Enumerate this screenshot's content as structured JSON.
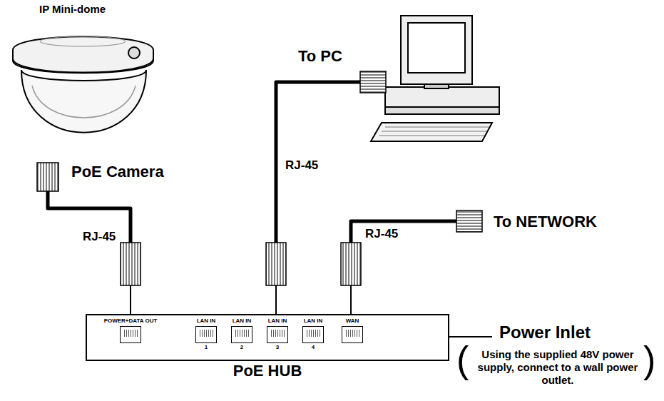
{
  "diagram": {
    "nodes": [
      {
        "text": [
          "PoE HUB"
        ]
      },
      {
        "text": [
          "POWER+DATA OUT"
        ],
        "in": 0
      },
      {
        "text": [
          "LAN IN",
          "1"
        ],
        "in": 0
      },
      {
        "text": [
          "LAN IN",
          "2"
        ],
        "in": 0
      },
      {
        "text": [
          "LAN IN",
          "3"
        ],
        "in": 0
      },
      {
        "text": [
          "LAN IN",
          "4"
        ],
        "in": 0
      },
      {
        "text": [
          "WAN"
        ],
        "in": 0
      }
    ],
    "labels": [
      "IP Mini-dome",
      "PoE Camera",
      "RJ-45",
      "To PC",
      "RJ-45",
      "RJ-45",
      "To NETWORK",
      "Power Inlet",
      "(",
      "Using the supplied 48V power supply, connect to a wall power outlet.",
      ")"
    ]
  }
}
